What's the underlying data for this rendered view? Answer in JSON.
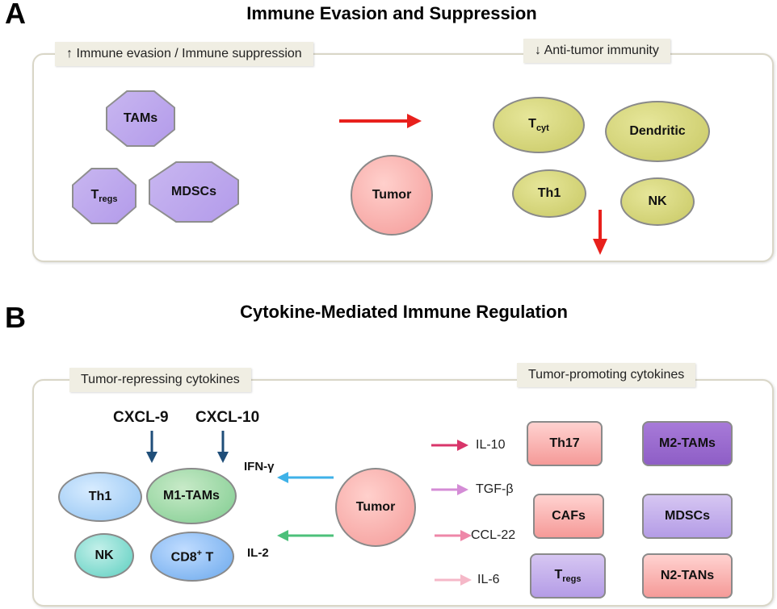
{
  "panel_a": {
    "letter": "A",
    "title": "Immune Evasion and Suppression",
    "left_tag": "↑ Immune evasion / Immune suppression",
    "right_tag": "↓ Anti-tumor immunity",
    "suppressors": {
      "tams": "TAMs",
      "tregs_main": "T",
      "tregs_sub": "regs",
      "mdscs": "MDSCs"
    },
    "tumor": "Tumor",
    "effectors": {
      "tcyt_main": "T",
      "tcyt_sub": "cyt",
      "dendritic": "Dendritic",
      "th1": "Th1",
      "nk": "NK"
    }
  },
  "panel_b": {
    "letter": "B",
    "title": "Cytokine-Mediated Immune Regulation",
    "left_tag": "Tumor-repressing cytokines",
    "right_tag": "Tumor-promoting cytokines",
    "chemokines": {
      "cxcl9": "CXCL-9",
      "cxcl10": "CXCL-10"
    },
    "signals": {
      "ifng": "IFN-γ",
      "il2": "IL-2"
    },
    "cells_left": {
      "th1": "Th1",
      "m1_tams": "M1-TAMs",
      "nk": "NK",
      "cd8_main": "CD8",
      "cd8_sup": "+",
      "cd8_tail": " T"
    },
    "tumor": "Tumor",
    "promoting_cytokines": [
      "IL-10",
      "TGF-β",
      "CCL-22",
      "IL-6"
    ],
    "cells_right": {
      "th17": "Th17",
      "m2_tams": "M2-TAMs",
      "cafs": "CAFs",
      "mdscs": "MDSCs",
      "tregs_main": "T",
      "tregs_sub": "regs",
      "n2_tans": "N2-TANs"
    }
  },
  "colors": {
    "red_arrow": "#e8201c",
    "dark_blue_arrow": "#1f4e79",
    "sky_arrow": "#3fb2e8",
    "green_arrow": "#4cc07a",
    "il10_arrow": "#d8356a",
    "tgfb_arrow": "#d48cd6",
    "ccl22_arrow": "#ee87a8",
    "il6_arrow": "#f5b8c8"
  }
}
